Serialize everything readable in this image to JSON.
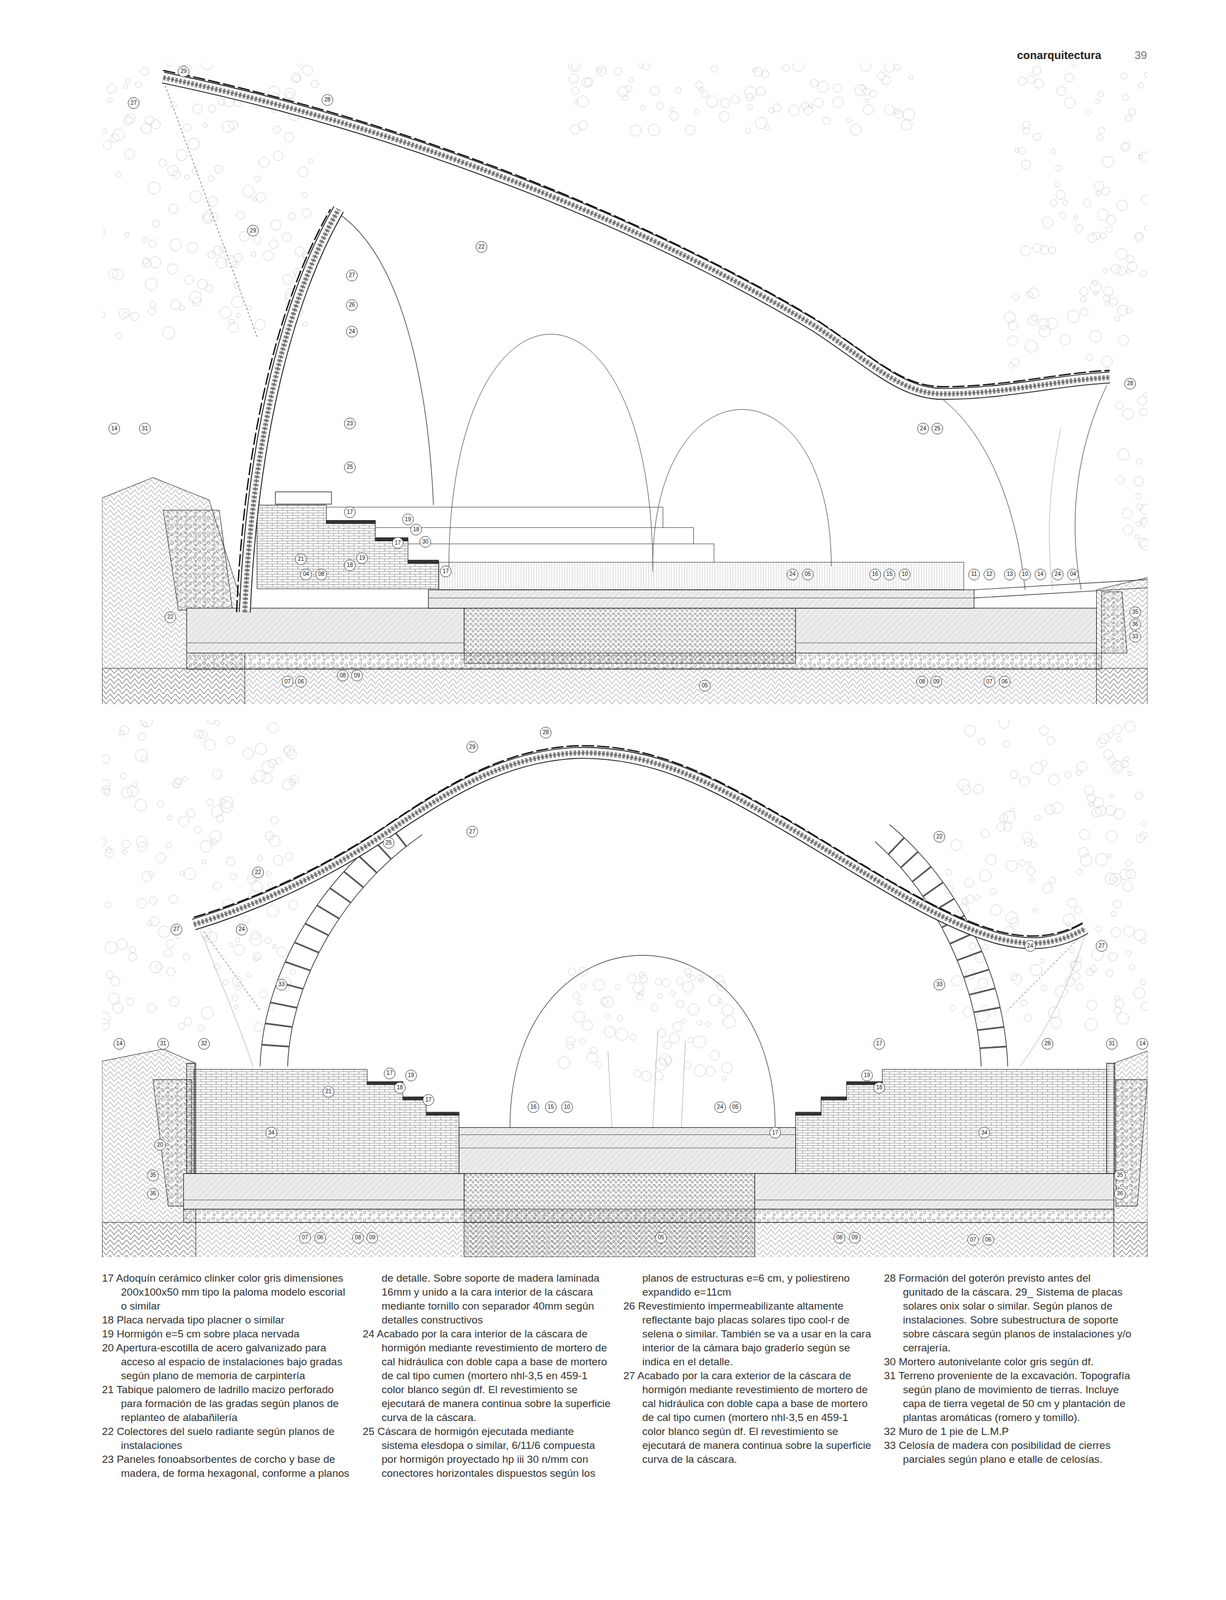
{
  "diagram": {
    "labels": [
      "conarquitectura",
      "39",
      "29",
      "27",
      "28",
      "22",
      "29",
      "27",
      "26",
      "24",
      "23",
      "25",
      "28",
      "24",
      "25",
      "14",
      "31",
      "17",
      "19",
      "18",
      "30",
      "17",
      "19",
      "18",
      "21",
      "04",
      "08",
      "17",
      "24",
      "05",
      "16",
      "15",
      "10",
      "11",
      "12",
      "13",
      "10",
      "14",
      "24",
      "04",
      "22",
      "35",
      "36",
      "33",
      "07",
      "06",
      "08",
      "09",
      "05",
      "08",
      "09",
      "07",
      "06",
      "29",
      "28",
      "27",
      "25",
      "22",
      "24",
      "27",
      "33",
      "14",
      "31",
      "32",
      "17",
      "19",
      "18",
      "17",
      "21",
      "16",
      "15",
      "10",
      "24",
      "05",
      "17",
      "19",
      "18",
      "17",
      "28",
      "31",
      "14",
      "22",
      "24",
      "27",
      "33",
      "34",
      "34",
      "20",
      "35",
      "36",
      "35",
      "36",
      "07",
      "06",
      "08",
      "09",
      "05",
      "08",
      "09",
      "07",
      "06",
      "17 Adoquín cerámico clinker color gris dimensiones 200x100x50 mm tipo la paloma modelo escorial o similar",
      "18 Placa nervada tipo placner o similar",
      "19 Hormigón e=5 cm sobre placa nervada",
      "20 Apertura-escotilla de acero galvanizado para acceso al espacio de instalaciones bajo gradas según plano de memoria de carpintería",
      "21 Tabique palomero de ladrillo macizo perforado para formación de las gradas según planos de replanteo de alabañilería",
      "22 Colectores del suelo radiante según planos de instalaciones",
      "23 Paneles fonoabsorbentes de corcho y base de madera, de forma hexagonal, conforme a planos de detalle. Sobre soporte de madera laminada 16mm y unido a la cara interior de la cáscara mediante tornillo con separador 40mm según detalles constructivos",
      "24 Acabado por la cara interior de la cáscara de hormigón mediante revestimiento de mortero de cal hidráulica con doble capa a base de mortero de cal tipo cumen (mortero nhl-3,5 en 459-1 color blanco según df. El revestimiento se ejecutará de manera continua sobre la superficie curva de la cáscara.",
      "25 Cáscara de hormigón ejecutada mediante sistema elesdopa o similar, 6/11/6 compuesta por hormigón proyectado hp iii 30 n/mm con conectores horizontales dispuestos según los planos de estructuras e=6 cm, y poliestireno expandido e=11cm",
      "26 Revestimiento impermeabilizante altamente reflectante bajo placas solares tipo cool-r de selena o similar. También se va a usar en la cara interior de la cámara bajo graderío según se indica en el detalle.",
      "27 Acabado por la cara exterior de la cáscara de hormigón mediante revestimiento de mortero de cal hidráulica con doble capa a base de mortero de cal tipo cumen (mortero nhl-3,5 en 459-1 color blanco según df. El revestimiento se ejecutará de manera continua sobre la superficie curva de la cáscara.",
      "28 Formación del goterón previsto antes del gunitado de la cáscara. 29_ Sistema de placas solares onix solar o similar. Según planos de instalaciones. Sobre subestructura de soporte sobre cáscara según planos de instalaciones y/o cerrajería.",
      "30 Mortero autonivelante color gris según df.",
      "31 Terreno proveniente de la excavación. Topografía según plano de movimiento de tierras. Incluye capa de tierra vegetal de 50 cm y plantación de plantas aromáticas (romero y tomillo).",
      "32 Muro de 1 pie de L.M.P",
      "33 Celosía de madera con posibilidad de cierres parciales según plano e etalle de celosías."
    ]
  }
}
